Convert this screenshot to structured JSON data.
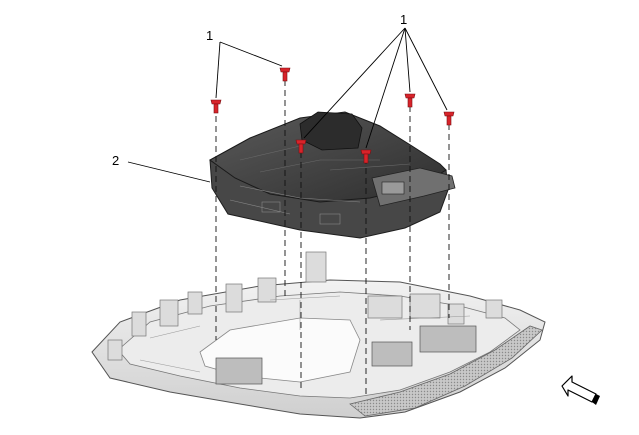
{
  "callouts": {
    "fastener_group_left": "1",
    "fastener_group_right": "1",
    "module": "2"
  },
  "colors": {
    "fastener": "#d8232a",
    "module_dark": "#3a3a3a",
    "bezel_light": "#e6e6e6",
    "line": "#000000"
  },
  "icons": {
    "direction": "front-direction-arrow-icon"
  }
}
